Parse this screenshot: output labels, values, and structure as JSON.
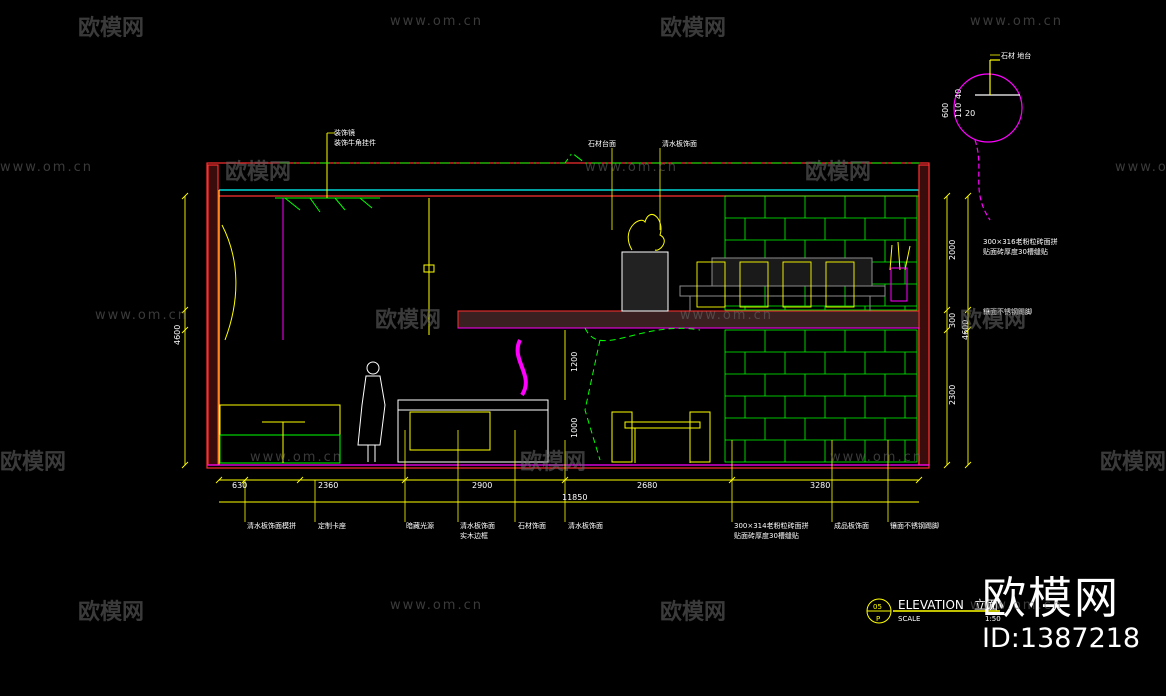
{
  "colors": {
    "yellow": "#ffff00",
    "green": "#00ff00",
    "cyan": "#00ffff",
    "red": "#ff3030",
    "magenta": "#ff00ff",
    "white": "#ffffff",
    "gray": "#8c8c8c"
  },
  "watermark": {
    "logo": "欧模网",
    "url": "www.om.cn"
  },
  "brand": {
    "name": "欧模网",
    "id": "ID:1387218"
  },
  "title_block": {
    "number": "05",
    "sheet": "P",
    "title": "ELEVATION",
    "title_suffix": "立面",
    "scale_label": "SCALE",
    "scale_value": "1:50"
  },
  "dimensions": {
    "bottom": [
      "630",
      "2360",
      "2900",
      "2680",
      "3280"
    ],
    "total": "11850",
    "left_height": "4600",
    "right_height": "4600",
    "right_upper": "2000",
    "right_mid": "300",
    "right_lower": "2300",
    "inner_1200": "1200",
    "inner_1000": "1000",
    "detail_600": "600",
    "detail_110": "110",
    "detail_40": "40",
    "detail_20": "20"
  },
  "labels": {
    "top_1": "装饰镜",
    "top_2": "装饰牛角挂件",
    "top_3": "石材台面",
    "top_4": "清水板饰面",
    "detail_1": "石材 地台",
    "right_1": "300×316老粉粒砖面拼",
    "right_2": "贴面砖厚度30槽缝贴",
    "right_3": "镶面不锈钢踢脚",
    "bottom_1": "清水板饰面模拼",
    "bottom_2": "定制卡座",
    "bottom_3": "暗藏光源",
    "bottom_4": "清水板饰面",
    "bottom_5": "实木边框",
    "bottom_6": "石材饰面",
    "bottom_7": "清水板饰面",
    "bottom_8": "300×314老粉粒砖面拼",
    "bottom_9": "贴面砖厚度30槽缝贴",
    "bottom_10": "成品板饰面",
    "bottom_11": "镶面不锈钢踢脚"
  }
}
